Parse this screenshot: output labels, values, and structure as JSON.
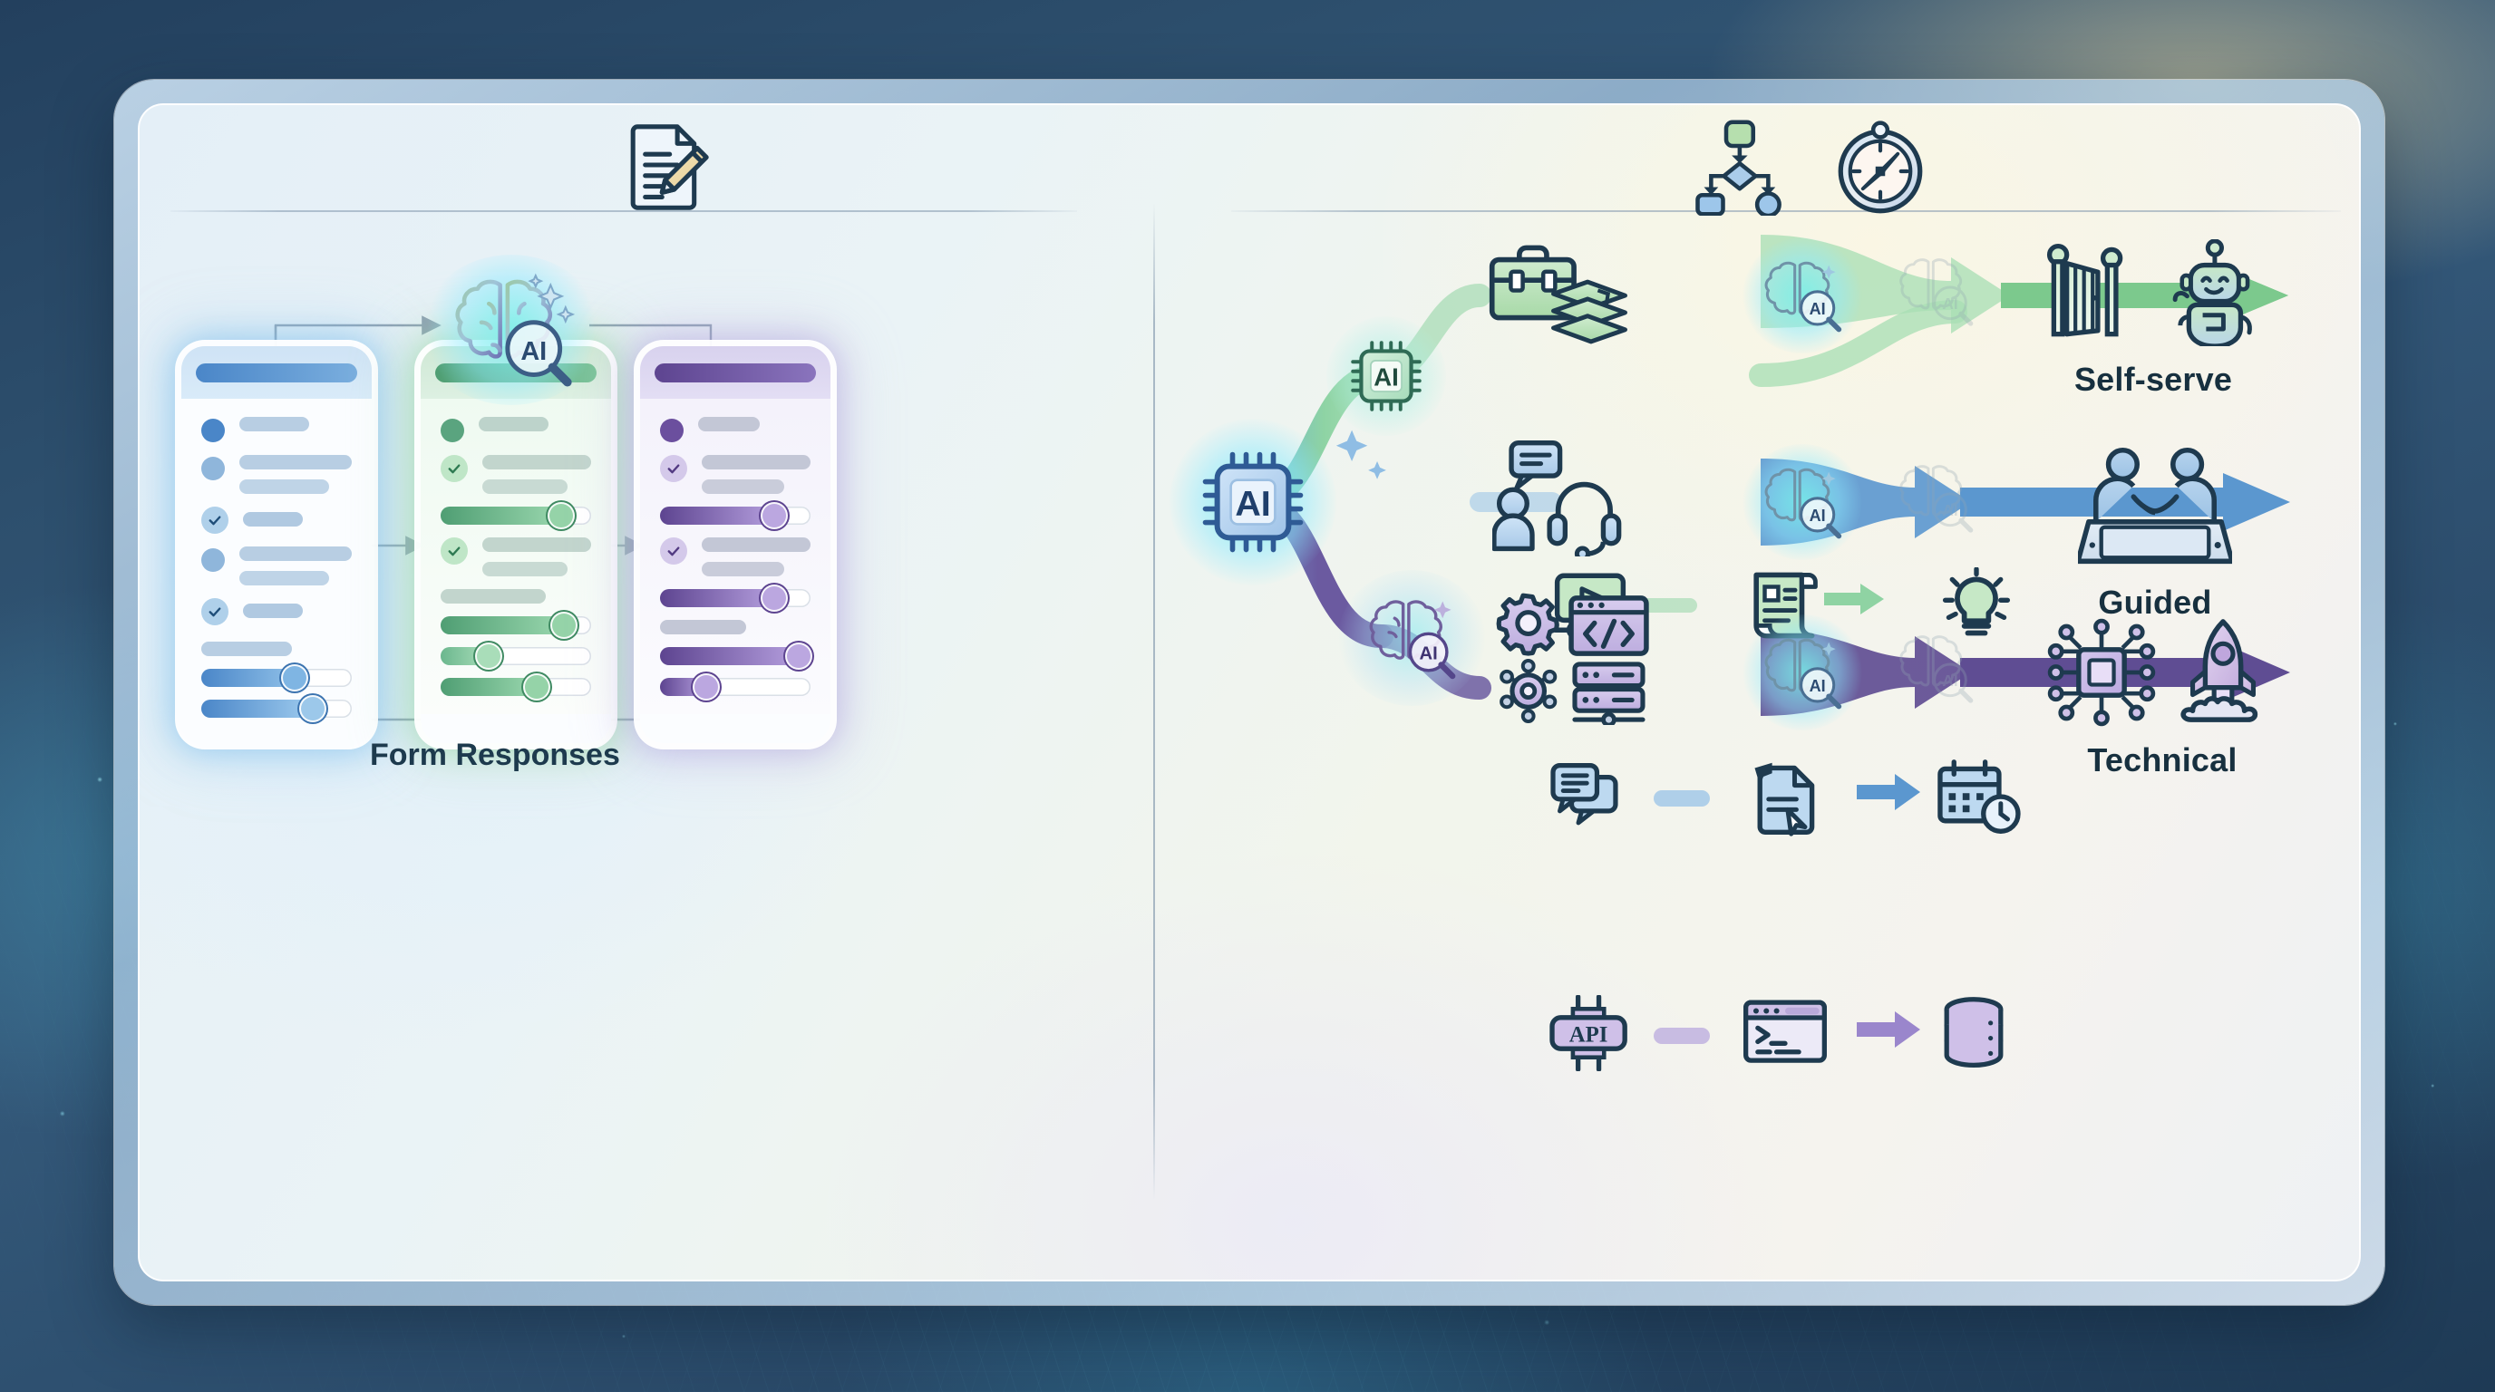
{
  "diagram": {
    "title_label": "Form Responses",
    "left_panel": {
      "header_icon": "document-pencil-icon",
      "section_label": "Form Responses",
      "cards": [
        {
          "id": "card-blue",
          "accent": "#4a86c8",
          "stage": 1
        },
        {
          "id": "card-green",
          "accent": "#4f9e73",
          "stage": 2
        },
        {
          "id": "card-purple",
          "accent": "#6b4f9e",
          "stage": 3
        }
      ],
      "analysis_node": {
        "icon": "ai-brain-magnifier-icon",
        "label": "AI"
      }
    },
    "hub": {
      "icon": "ai-chip-icon",
      "label": "AI"
    },
    "right_panel": {
      "header_icons": [
        "flowchart-decision-icon",
        "compass-icon"
      ]
    },
    "branches": [
      {
        "id": "branch-self-serve",
        "color": "#7cc98d",
        "node": {
          "icon": "ai-chip-icon",
          "label": "AI"
        },
        "persona_icons": [
          "briefcase-icon",
          "books-stack-icon"
        ],
        "arrow_icons": [
          "ai-brain-magnifier-icon",
          "ai-brain-magnifier-ghost-icon"
        ],
        "sub_flow": [
          "video-player-icon",
          "document-scroll-icon",
          "lightbulb-icon"
        ],
        "outcome_icons": [
          "open-gate-icon",
          "robot-icon"
        ],
        "outcome_label": "Self-serve"
      },
      {
        "id": "branch-guided",
        "color": "#5b97cf",
        "node": null,
        "persona_icons": [
          "person-speech-bubble-icon",
          "headset-icon"
        ],
        "arrow_icons": [
          "ai-brain-magnifier-icon",
          "ai-brain-magnifier-ghost-icon"
        ],
        "sub_flow": [
          "chat-bubbles-icon",
          "document-cursor-icon",
          "calendar-clock-icon"
        ],
        "outcome_icons": [
          "handshake-meeting-icon"
        ],
        "outcome_label": "Guided"
      },
      {
        "id": "branch-technical",
        "color": "#6b5aa0",
        "node": {
          "icon": "ai-brain-magnifier-icon",
          "label": "AI"
        },
        "persona_icons": [
          "gear-icon",
          "code-window-icon",
          "network-gear-icon",
          "server-rack-icon"
        ],
        "arrow_icons": [
          "ai-brain-magnifier-icon",
          "ai-brain-magnifier-ghost-icon"
        ],
        "sub_flow": [
          "api-plug-icon",
          "terminal-window-icon",
          "database-icon"
        ],
        "outcome_icons": [
          "cpu-chip-icon",
          "rocket-icon"
        ],
        "outcome_label": "Technical"
      }
    ],
    "colors": {
      "green": "#7cc98d",
      "blue": "#5b97cf",
      "purple": "#6b5aa0",
      "ink": "#17303f",
      "frame": "#b9d4ea",
      "backdrop": "#23405e"
    }
  }
}
